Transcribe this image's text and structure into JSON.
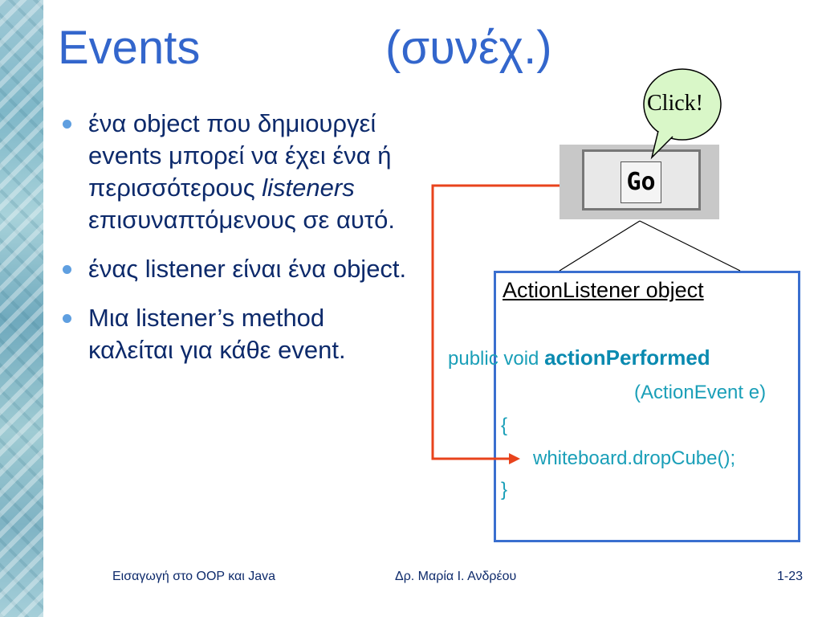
{
  "slide": {
    "title_main": "Events",
    "title_cont": "(συνέχ.)",
    "bullets": [
      {
        "pre": "ένα object που δημιουργεί events μπορεί να έχει ένα ή περισσότερους",
        "em": "listeners",
        "post": "επισυναπτόμενους σε αυτό."
      },
      {
        "text": "ένας listener είναι ένα object."
      },
      {
        "text": "Μια listener’s method καλείται για κάθε event."
      }
    ],
    "button_label": "Go",
    "callout": "Click!",
    "box_title": "ActionListener object",
    "code": {
      "line1_prefix": "public void",
      "line1_method": "actionPerformed",
      "line2": "(ActionEvent e)",
      "open_brace": "{",
      "call": "whiteboard.dropCube();",
      "close_brace": "}"
    },
    "footer": {
      "left": "Εισαγωγή στο OOP και Java",
      "center": "Δρ. Μαρία Ι. Ανδρέου",
      "right": "1-23"
    },
    "colors": {
      "title": "#3366cc",
      "text": "#0d2a6b",
      "code": "#1a9fb8",
      "arrow": "#e8431c",
      "box_border": "#3a6fcf"
    }
  }
}
